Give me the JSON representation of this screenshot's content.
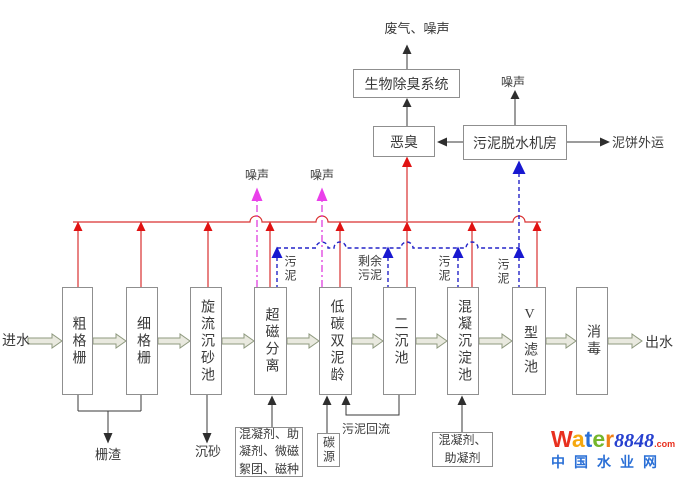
{
  "top_section": {
    "exhaust_label": "废气、噪声",
    "bio_deodor_box": "生物除臭系统",
    "odor_box": "恶臭",
    "noise_label": "噪声",
    "dewater_box": "污泥脱水机房",
    "mudcake_label": "泥饼外运"
  },
  "noise_risers": {
    "left": "噪声",
    "right": "噪声"
  },
  "main_flow": {
    "influent": "进水",
    "effluent": "出水",
    "stages": [
      "粗格栅",
      "细格栅",
      "旋流沉砂池",
      "超磁分离",
      "低碳双泥龄",
      "二沉池",
      "混凝沉淀池",
      "V型滤池",
      "消毒"
    ]
  },
  "sludge_labels": {
    "from_magnetic": "污泥",
    "from_secondary": "剩余污泥",
    "from_coagulation": "污泥",
    "from_vfilter": "污泥",
    "return_flow": "污泥回流"
  },
  "byproducts": {
    "grid_residue": "栅渣",
    "grit": "沉砂"
  },
  "dosing": {
    "magnetic_agents": "混凝剂、助凝剂、微磁絮团、磁种",
    "carbon_source": "碳源",
    "coagulants": "混凝剂、助凝剂"
  },
  "logo": {
    "letters": [
      "W",
      "a",
      "t",
      "e",
      "r"
    ],
    "letter_colors": [
      "#e8301f",
      "#f5a80f",
      "#2a6fd6",
      "#74b62c",
      "#f07f16"
    ],
    "number": "8848",
    "tld": ".com",
    "site_name": "中国水业网"
  },
  "colors": {
    "odor_line": "#d93030",
    "sludge_line": "#2424c8",
    "noise_line": "#e14ce1",
    "connector": "#3a3a3a",
    "flow_arrow_fill": "#e9e9df",
    "flow_arrow_stroke": "#8f9a7f"
  }
}
